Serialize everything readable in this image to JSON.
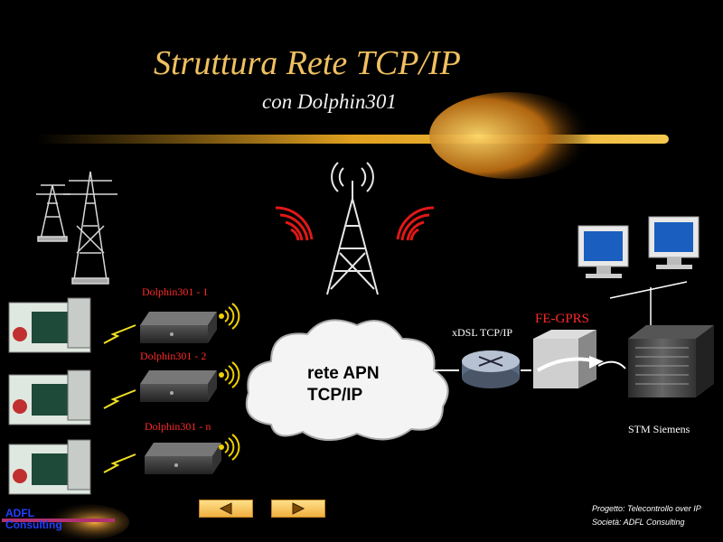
{
  "title": "Struttura Rete TCP/IP",
  "subtitle": "con Dolphin301",
  "devices": [
    {
      "label": "Dolphin301 - 1"
    },
    {
      "label": "Dolphin301 - 2"
    },
    {
      "label": "Dolphin301 - n"
    }
  ],
  "cloud": {
    "line1": "rete APN",
    "line2": "TCP/IP"
  },
  "router_label": "xDSL TCP/IP",
  "gateway_label": "FE-GPRS",
  "server_label": "STM Siemens",
  "footer": {
    "project": "Progetto: Telecontrollo over IP",
    "company": "Società: ADFL Consulting"
  },
  "logo": {
    "line1": "ADFL",
    "line2": "Consulting"
  },
  "colors": {
    "title": "#f0c060",
    "label_red": "#ff2a2a",
    "accent_gold": "#f0b040"
  }
}
